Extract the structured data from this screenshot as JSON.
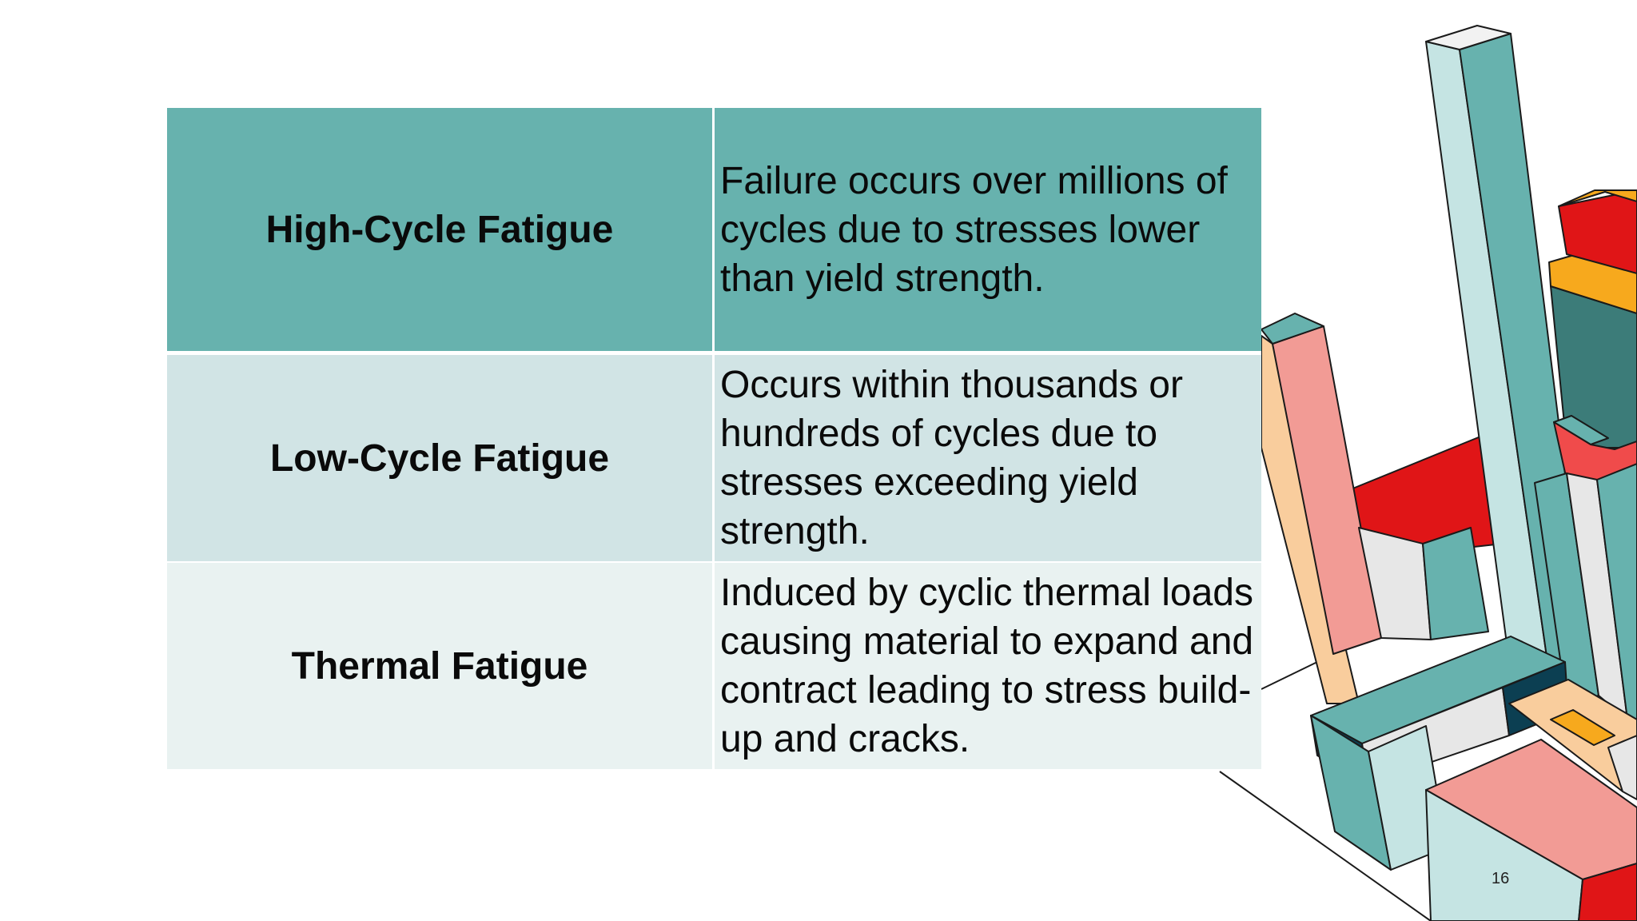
{
  "slide": {
    "page_number": "16",
    "rows": [
      {
        "type": "High-Cycle Fatigue",
        "description": "Failure occurs over millions of cycles due to stresses lower than yield strength."
      },
      {
        "type": "Low-Cycle Fatigue",
        "description": "Occurs within thousands or hundreds of cycles due to stresses exceeding yield strength."
      },
      {
        "type": "Thermal Fatigue",
        "description": "Induced by cyclic thermal loads causing material to expand and contract leading to stress build-up and cracks."
      }
    ]
  },
  "colors": {
    "header_row": "#67b2ae",
    "row_mid": "#d1e4e5",
    "row_light": "#e9f2f1",
    "teal": "#67b2ae",
    "teal_light": "#c5e4e3",
    "teal_dark": "#3c7c79",
    "navy": "#0c3f52",
    "red": "#e01517",
    "salmon": "#f29b95",
    "peach": "#f9cd9d",
    "orange": "#f7a91d",
    "grey_light": "#e7e7e7"
  }
}
